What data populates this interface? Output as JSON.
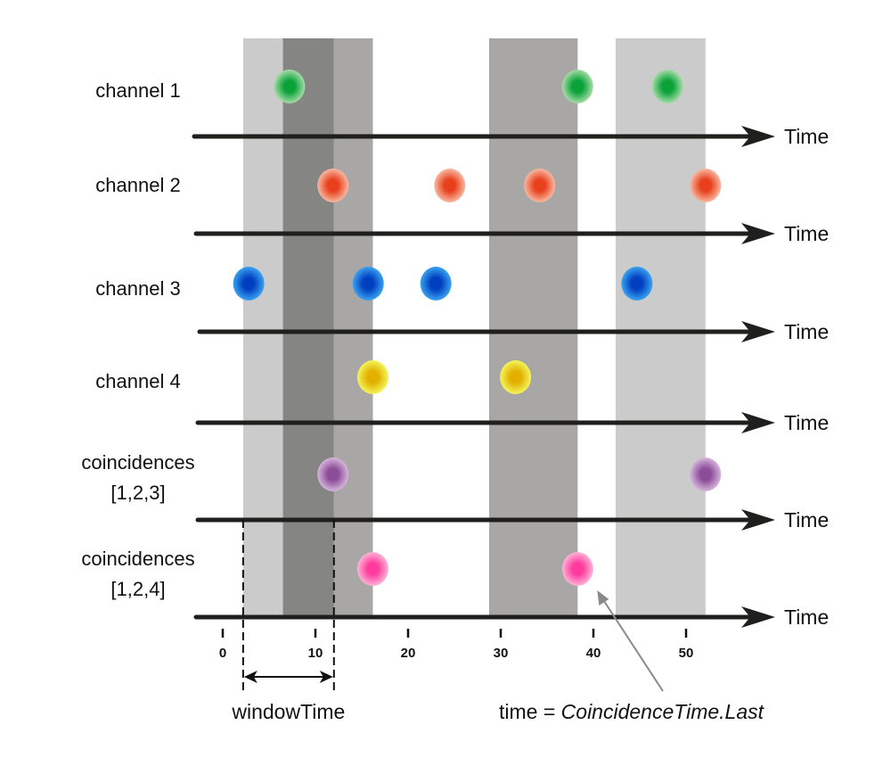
{
  "chart_data": {
    "type": "timeline-diagram",
    "x_axis": {
      "ticks": [
        0,
        10,
        20,
        30,
        40,
        50
      ],
      "tick_labels": [
        "0",
        "10",
        "20",
        "30",
        "40",
        "50"
      ],
      "range": [
        -2,
        58
      ]
    },
    "time_axis_label": "Time",
    "bands": [
      {
        "name": "window-light",
        "start": 2.2,
        "end": 16.2,
        "color": "#cbcbcb"
      },
      {
        "name": "window-dark",
        "start": 6.5,
        "end": 12.0,
        "color": "#858584"
      },
      {
        "name": "window-medium",
        "start": 12.0,
        "end": 16.2,
        "color": "#a8a7a5"
      },
      {
        "name": "window-medium-2",
        "start": 28.75,
        "end": 38.3,
        "color": "#a8a7a5"
      },
      {
        "name": "window-light-2",
        "start": 42.4,
        "end": 52.1,
        "color": "#cbcbcb"
      }
    ],
    "rows": [
      {
        "id": "channel-1",
        "label_lines": [
          "channel 1"
        ],
        "color": "#0ba23a",
        "halo": "#a6dca8",
        "events": [
          7.2,
          38.3,
          48.0
        ]
      },
      {
        "id": "channel-2",
        "label_lines": [
          "channel 2"
        ],
        "color": "#e8401c",
        "halo": "#f7b9a3",
        "events": [
          11.9,
          24.5,
          34.2,
          52.1
        ]
      },
      {
        "id": "channel-3",
        "label_lines": [
          "channel 3"
        ],
        "color": "#0040c0",
        "halo": "#3aa2f0",
        "events": [
          2.8,
          15.7,
          23.0,
          44.7
        ]
      },
      {
        "id": "channel-4",
        "label_lines": [
          "channel 4"
        ],
        "color": "#e3b000",
        "halo": "#f3f55a",
        "events": [
          16.2,
          31.6
        ]
      },
      {
        "id": "coincidences-123",
        "label_lines": [
          "coincidences",
          "[1,2,3]"
        ],
        "color": "#8c4d98",
        "halo": "#d6b6dc",
        "events": [
          11.9,
          52.1
        ]
      },
      {
        "id": "coincidences-124",
        "label_lines": [
          "coincidences",
          "[1,2,4]"
        ],
        "color": "#ff3c9e",
        "halo": "#ffb3d6",
        "events": [
          16.2,
          38.3
        ]
      }
    ],
    "window_annotation": {
      "label": "windowTime",
      "start": 2.2,
      "end": 12.0
    },
    "time_annotation": {
      "prefix": "time = ",
      "italic": "CoincidenceTime.Last",
      "points_to_row": "coincidences-124",
      "points_to_time": 38.3
    }
  }
}
